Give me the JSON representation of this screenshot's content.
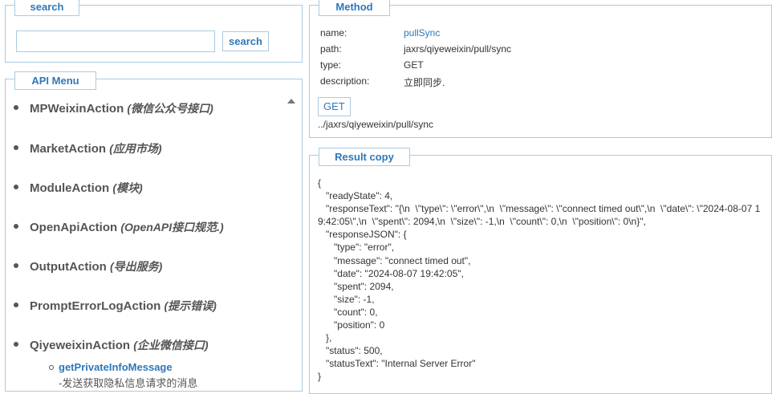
{
  "search": {
    "legend": "search",
    "input_value": "",
    "button": "search"
  },
  "menu": {
    "legend": "API Menu",
    "items": [
      {
        "name": "MPWeixinAction",
        "desc": "(微信公众号接口)"
      },
      {
        "name": "MarketAction",
        "desc": "(应用市场)"
      },
      {
        "name": "ModuleAction",
        "desc": "(模块)"
      },
      {
        "name": "OpenApiAction",
        "desc": "(OpenAPI接口规范.)"
      },
      {
        "name": "OutputAction",
        "desc": "(导出服务)"
      },
      {
        "name": "PromptErrorLogAction",
        "desc": "(提示错误)"
      },
      {
        "name": "QiyeweixinAction",
        "desc": "(企业微信接口)"
      }
    ],
    "sub_item": {
      "name": "getPrivateInfoMessage",
      "desc": "-发送获取隐私信息请求的消息"
    }
  },
  "method": {
    "legend": "Method",
    "name_label": "name:",
    "name": "pullSync",
    "path_label": "path:",
    "path": "jaxrs/qiyeweixin/pull/sync",
    "type_label": "type:",
    "type": "GET",
    "description_label": "description:",
    "description": "立即同步.",
    "button": "GET",
    "url": "../jaxrs/qiyeweixin/pull/sync"
  },
  "result": {
    "legend": "Result copy",
    "text": "{\n   \"readyState\": 4,\n   \"responseText\": \"{\\n  \\\"type\\\": \\\"error\\\",\\n  \\\"message\\\": \\\"connect timed out\\\",\\n  \\\"date\\\": \\\"2024-08-07 19:42:05\\\",\\n  \\\"spent\\\": 2094,\\n  \\\"size\\\": -1,\\n  \\\"count\\\": 0,\\n  \\\"position\\\": 0\\n}\",\n   \"responseJSON\": {\n      \"type\": \"error\",\n      \"message\": \"connect timed out\",\n      \"date\": \"2024-08-07 19:42:05\",\n      \"spent\": 2094,\n      \"size\": -1,\n      \"count\": 0,\n      \"position\": 0\n   },\n   \"status\": 500,\n   \"statusText\": \"Internal Server Error\"\n}"
  }
}
